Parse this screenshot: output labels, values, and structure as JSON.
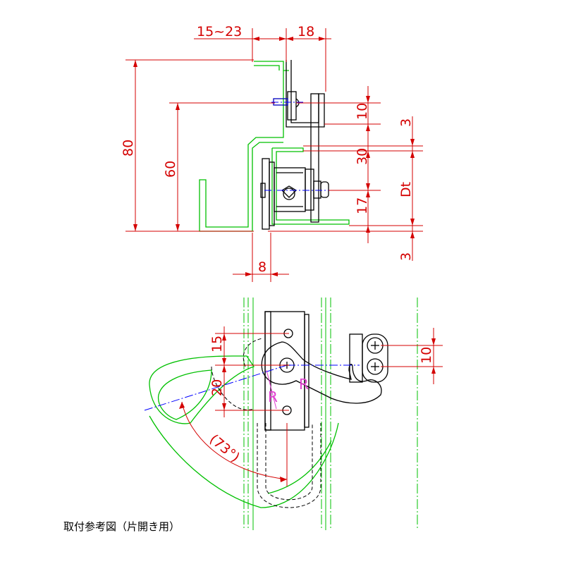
{
  "caption": "取付参考図（片開き用）",
  "dimensions": {
    "gap_range": "15~23",
    "bracket_width": "18",
    "total_height": "80",
    "mount_height": "60",
    "offset_top": "10",
    "clearance_top": "3",
    "rail_height": "30",
    "bolt_offset": "17",
    "dt_label": "Dt",
    "clearance_bottom": "3",
    "flange": "8",
    "latch_upper": "15",
    "latch_lower": "20",
    "keeper_pitch": "10",
    "swing_angle": "(73°)",
    "radius_left": "R",
    "radius_right": "R"
  },
  "colors": {
    "dimension": "#d40000",
    "frame": "#00c000",
    "part": "#000000",
    "centerline": "#0000ff",
    "radius_mark": "#e040d0"
  }
}
